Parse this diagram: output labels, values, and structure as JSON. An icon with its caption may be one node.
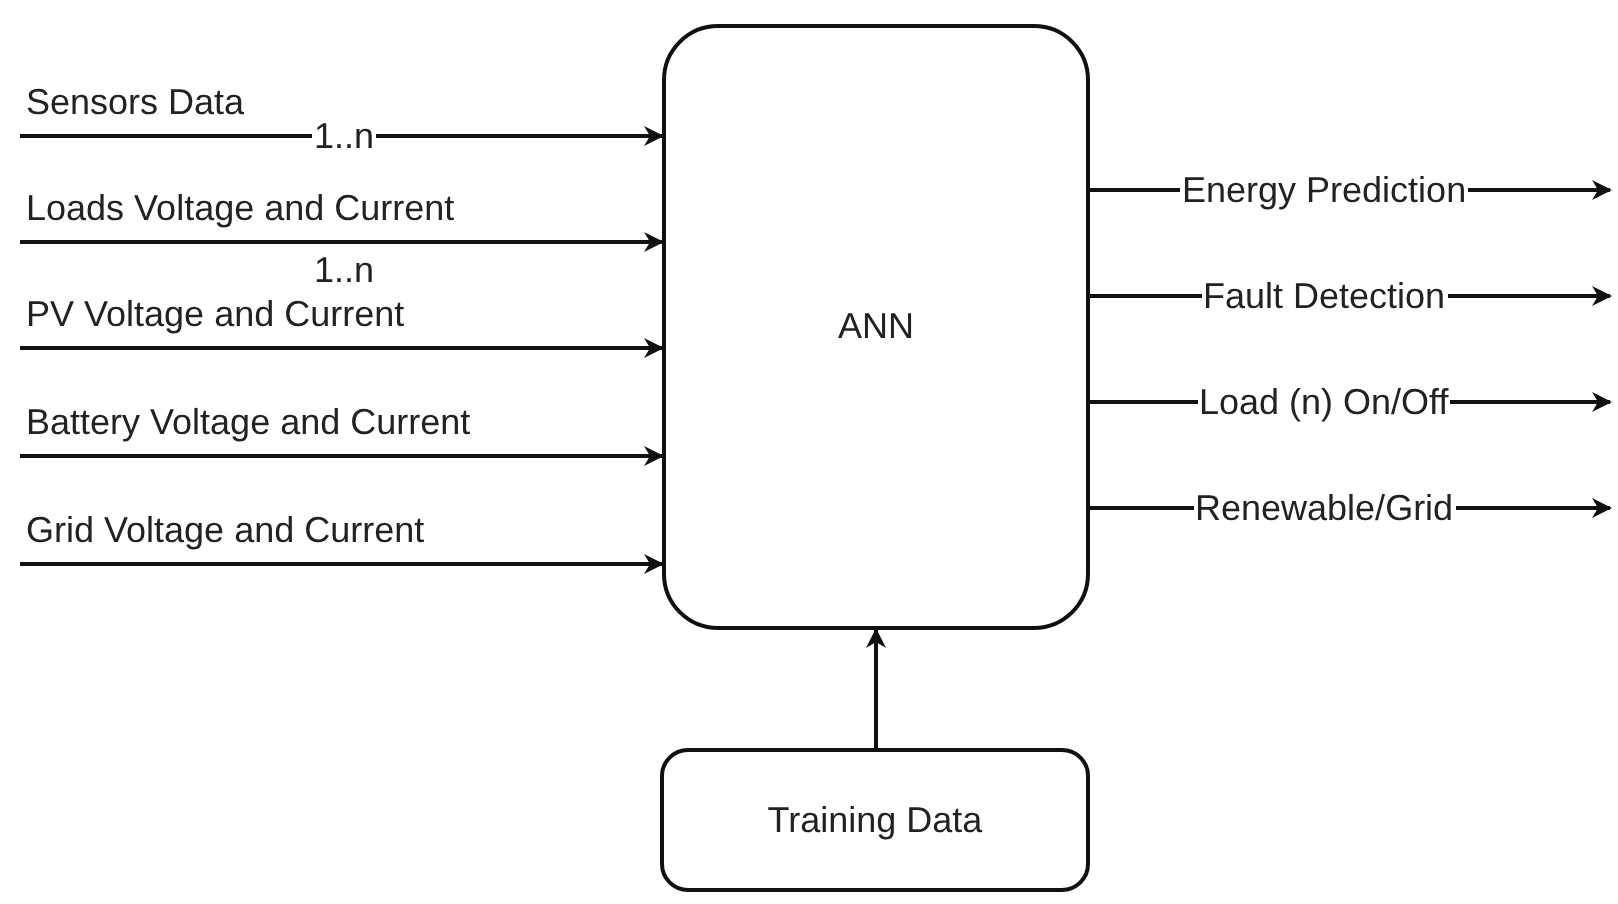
{
  "diagram": {
    "nodes": [
      {
        "text": [
          "ANN"
        ]
      },
      {
        "text": [
          "Training Data"
        ]
      }
    ],
    "edges": [
      {
        "from": null,
        "to": 0,
        "arrow": "to",
        "label": "Sensors Data"
      },
      {
        "from": null,
        "to": 0,
        "arrow": "to",
        "label": "Loads Voltage and Current"
      },
      {
        "from": null,
        "to": 0,
        "arrow": "to",
        "label": "PV Voltage and Current"
      },
      {
        "from": null,
        "to": 0,
        "arrow": "to",
        "label": "Battery Voltage and Current"
      },
      {
        "from": null,
        "to": 0,
        "arrow": "to",
        "label": "Grid Voltage and Current"
      },
      {
        "from": 0,
        "to": null,
        "arrow": "to",
        "label": "Energy Prediction"
      },
      {
        "from": 0,
        "to": null,
        "arrow": "to",
        "label": "Fault Detection"
      },
      {
        "from": 0,
        "to": null,
        "arrow": "to",
        "label": "Load (n) On/Off"
      },
      {
        "from": 0,
        "to": null,
        "arrow": "to",
        "label": "Renewable/Grid"
      },
      {
        "from": 1,
        "to": 0,
        "arrow": "to"
      }
    ],
    "labels": [
      "1..n",
      "1..n"
    ]
  }
}
